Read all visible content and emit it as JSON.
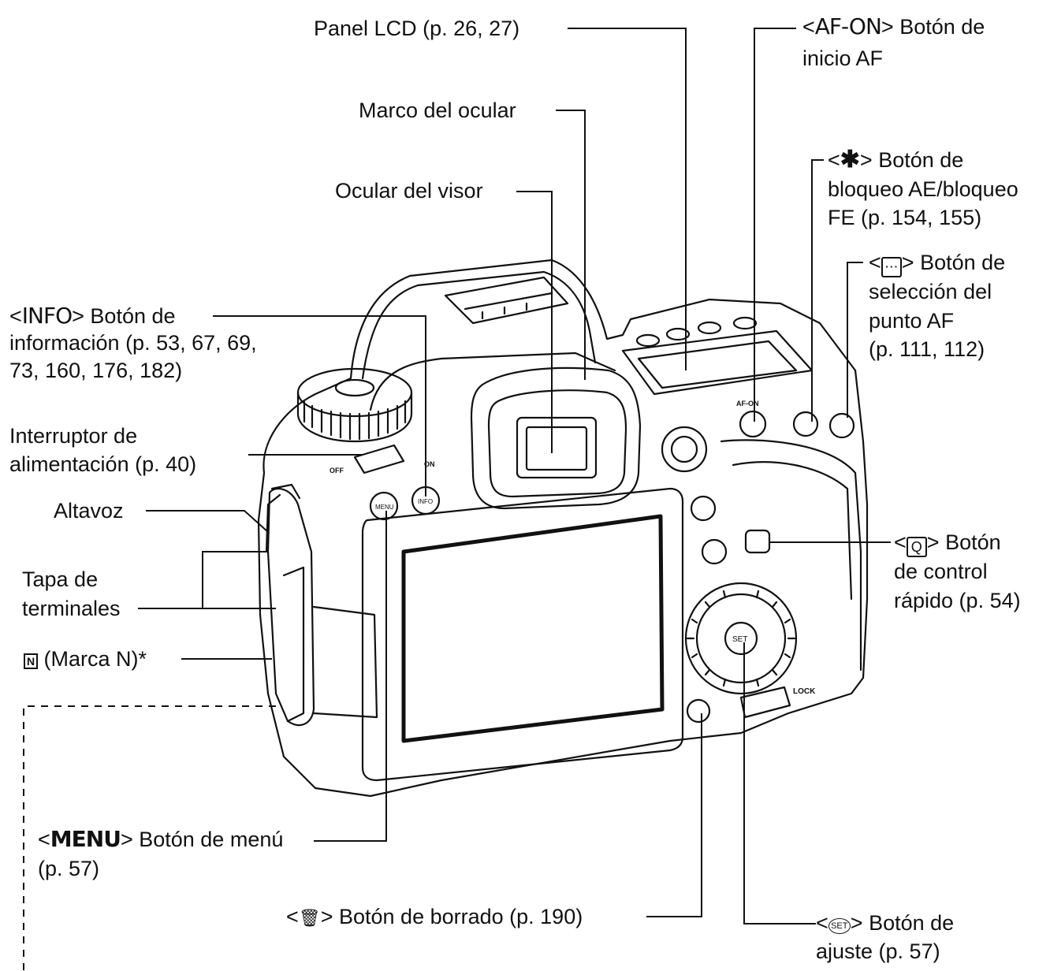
{
  "labels": {
    "panel_lcd": "Panel LCD (p. 26, 27)",
    "marco_ocular": "Marco del ocular",
    "ocular_visor": "Ocular del visor",
    "af_on_symbol": "AF-ON",
    "af_on_text1": "Botón de",
    "af_on_text2": "inicio AF",
    "ae_lock_symbol": "✱",
    "ae_lock_text1": "Botón de",
    "ae_lock_text2": "bloqueo AE/bloqueo",
    "ae_lock_text3": "FE (p. 154, 155)",
    "af_point_symbol": "⋅⋅⋅",
    "af_point_text1": "Botón de",
    "af_point_text2": "selección del",
    "af_point_text3": "punto AF",
    "af_point_text4": "(p. 111, 112)",
    "info_symbol": "INFO",
    "info_text1": "Botón de",
    "info_text2": "información (p. 53, 67, 69,",
    "info_text3": "73, 160, 176, 182)",
    "power_text1": "Interruptor de",
    "power_text2": "alimentación (p. 40)",
    "altavoz": "Altavoz",
    "tapa_text1": "Tapa de",
    "tapa_text2": "terminales",
    "nmark_symbol": "N",
    "nmark_text": "(Marca N)*",
    "q_symbol": "Q",
    "q_text1": "Botón",
    "q_text2": "de control",
    "q_text3": "rápido (p. 54)",
    "menu_symbol": "MENU",
    "menu_text1": "Botón de menú",
    "menu_text2": "(p. 57)",
    "erase_symbol": "🗑",
    "erase_text": "Botón de borrado (p. 190)",
    "set_symbol": "SET",
    "set_text1": "Botón de",
    "set_text2": "ajuste (p. 57)"
  },
  "camera_marks": {
    "af_on": "AF-ON",
    "off": "OFF",
    "on": "ON",
    "menu": "MENU",
    "info": "INFO",
    "lock": "LOCK",
    "set": "SET"
  }
}
